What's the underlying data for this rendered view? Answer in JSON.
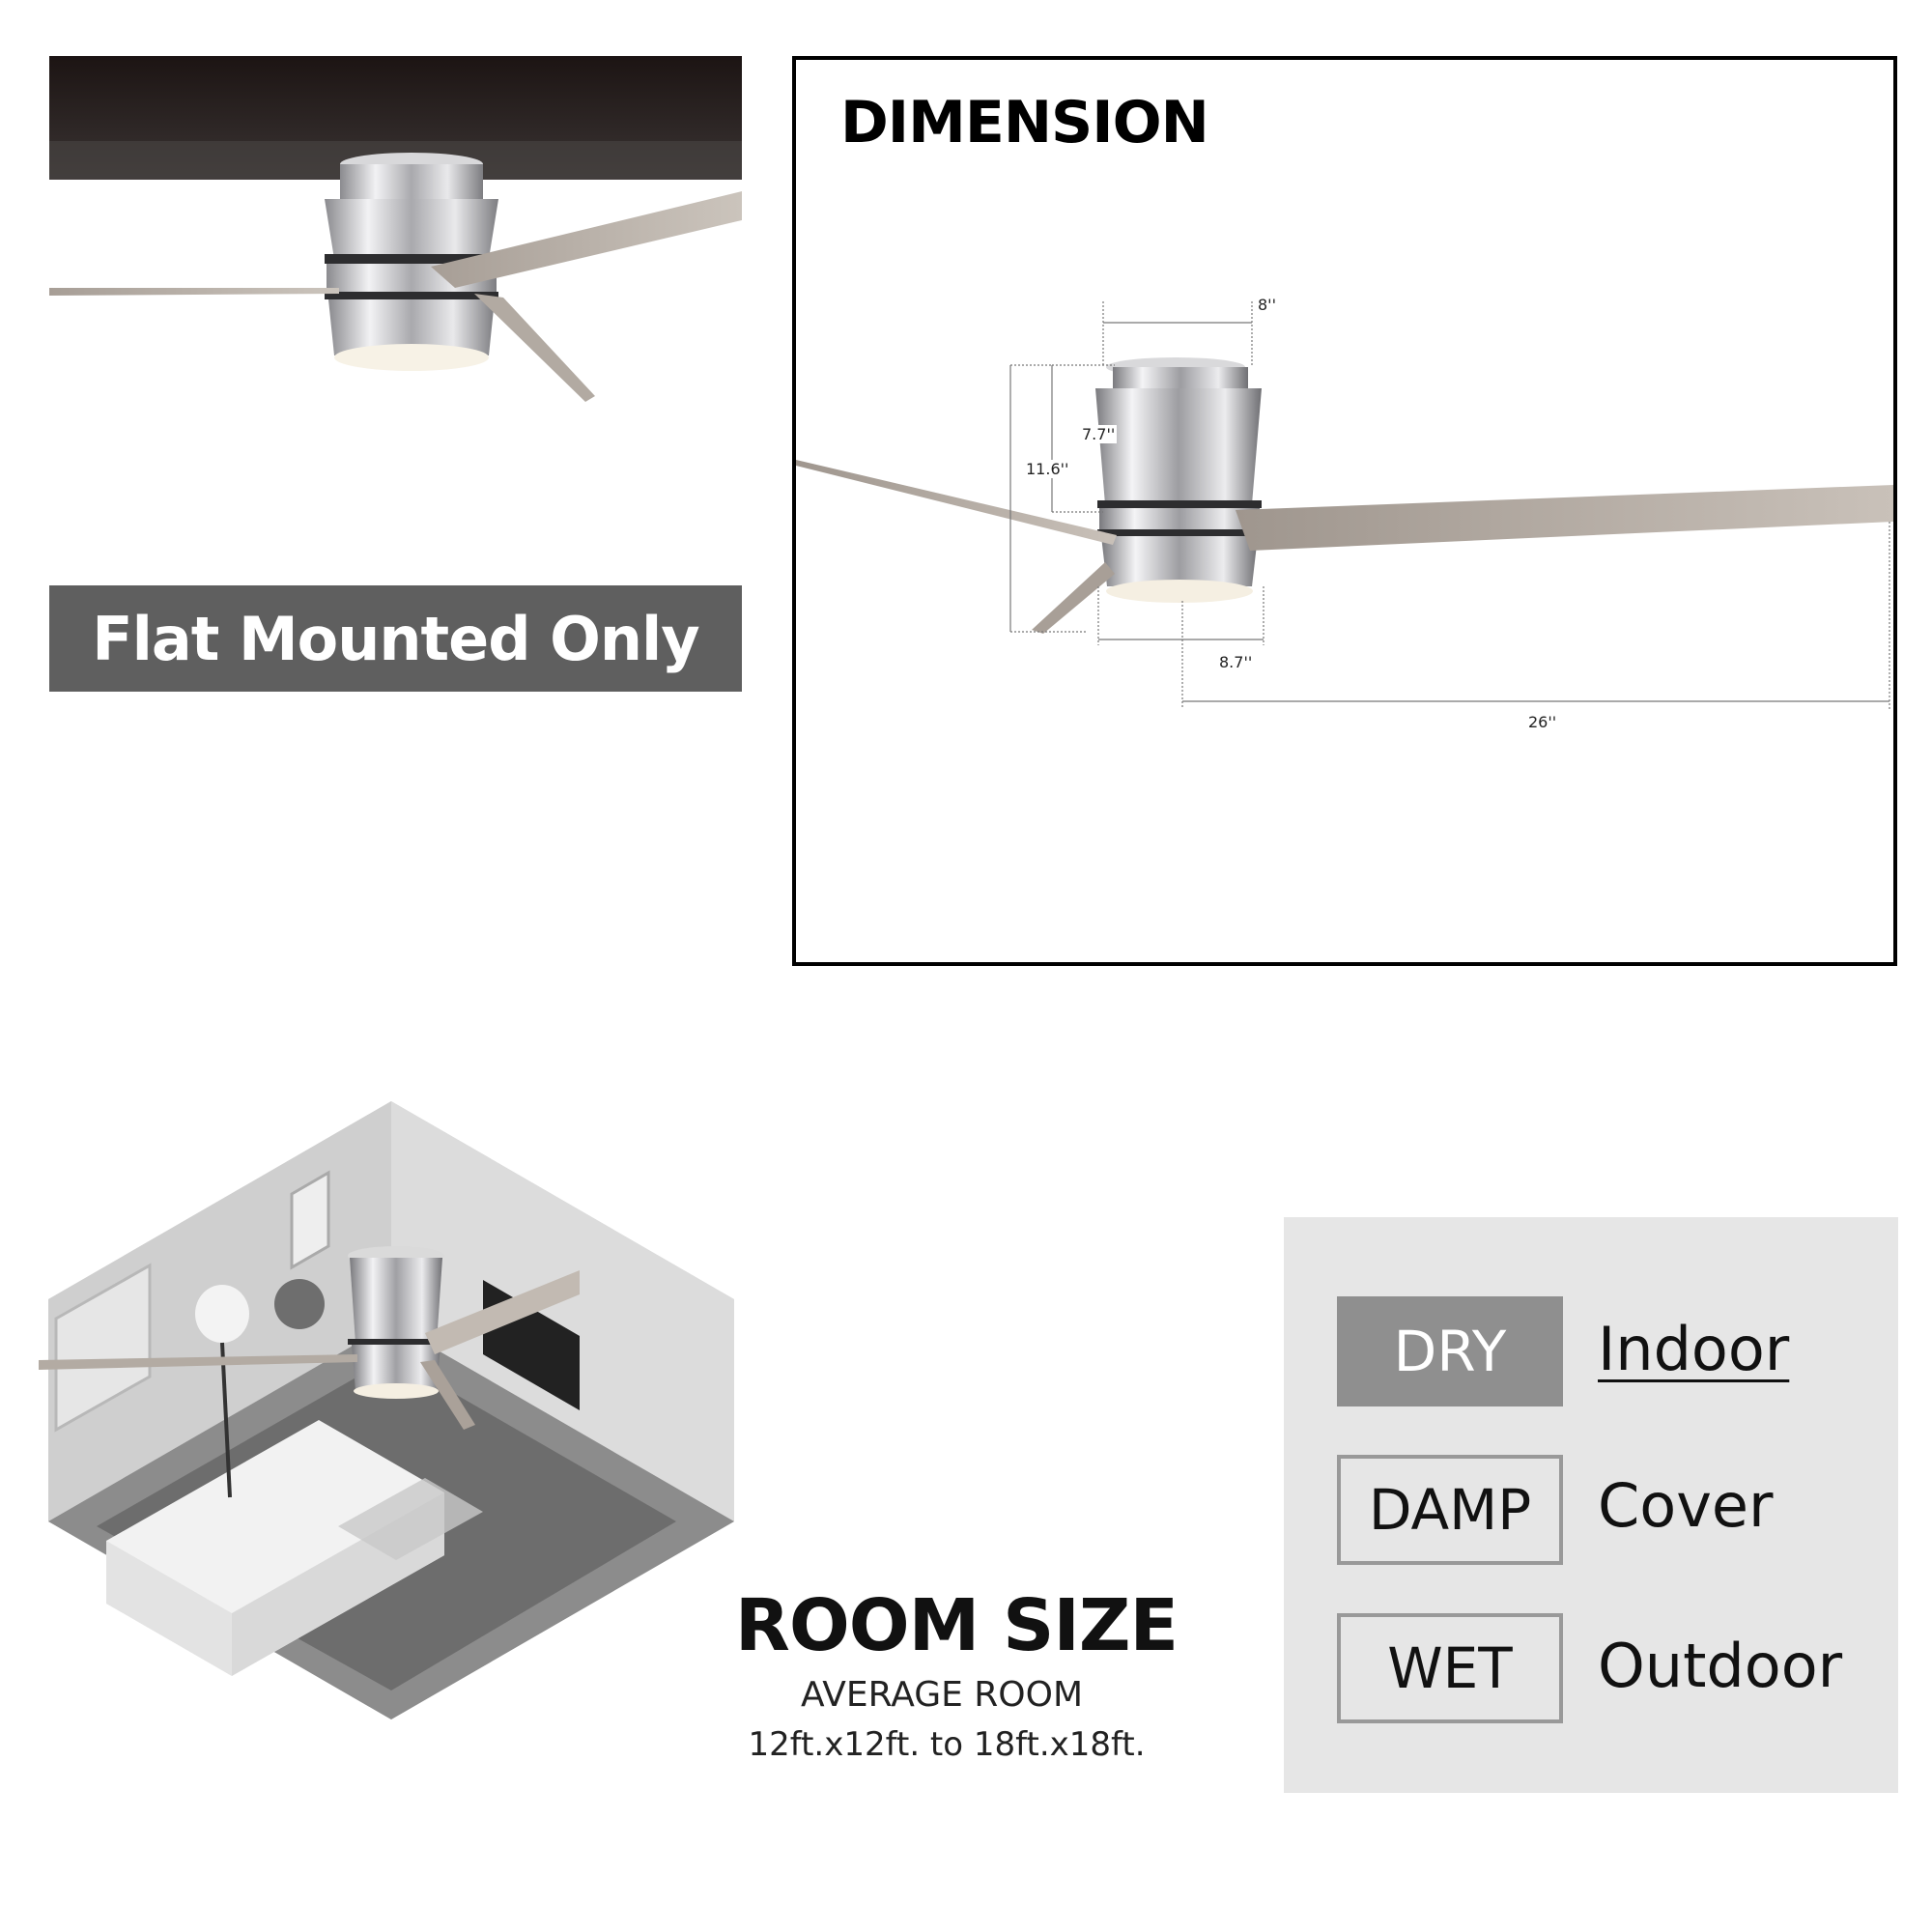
{
  "flat_mount": {
    "banner_text": "Flat Mounted Only"
  },
  "dimension": {
    "title": "DIMENSION",
    "labels": {
      "canopy_width": "8''",
      "motor_height": "7.7''",
      "overall_height": "11.6''",
      "light_kit_width": "8.7''",
      "blade_length": "26''"
    }
  },
  "room_size": {
    "title": "ROOM SIZE",
    "subtitle": "AVERAGE ROOM",
    "range": "12ft.x12ft. to  18ft.x18ft."
  },
  "rating": {
    "items": [
      {
        "label": "DRY",
        "description": "Indoor",
        "active": true
      },
      {
        "label": "DAMP",
        "description": "Cover",
        "active": false
      },
      {
        "label": "WET",
        "description": "Outdoor",
        "active": false
      }
    ]
  },
  "colors": {
    "banner_bg": "#5f5f5f",
    "ceiling_dark": "#2b2221",
    "chrome": "#c9c9cc",
    "blade_wood": "#bdb5ad",
    "rating_panel_bg": "#e6e6e6",
    "rating_active_bg": "#8f8f8f"
  }
}
